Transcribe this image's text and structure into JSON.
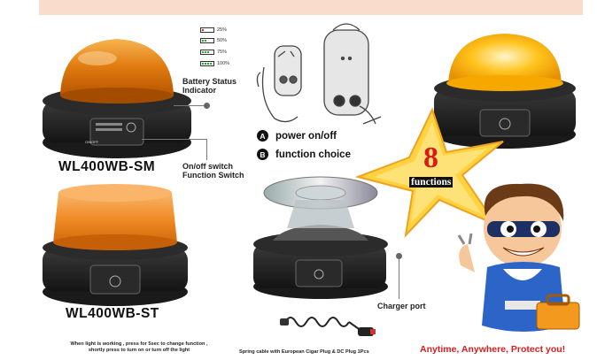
{
  "banner_color": "#f9dccb",
  "products": {
    "sm_model": "WL400WB-SM",
    "st_model": "WL400WB-ST"
  },
  "battery": {
    "levels": [
      {
        "label": "25%",
        "color": "#d22",
        "bars": 1
      },
      {
        "label": "50%",
        "color": "#2a2",
        "bars": 2
      },
      {
        "label": "75%",
        "color": "#2a2",
        "bars": 3
      },
      {
        "label": "100%",
        "color": "#2a2",
        "bars": 4
      }
    ],
    "indicator_label": "Battery Status Indicator"
  },
  "switch_label": "On/off switch Function Switch",
  "remote": {
    "power_letter": "A",
    "power_text": "power on/off",
    "function_letter": "B",
    "function_text": "function choice"
  },
  "badge": {
    "number": "8",
    "word": "functions"
  },
  "charger_label": "Charger port",
  "footer_note_line1": "When light is working , press for 5sec to change function ,",
  "footer_note_line2": "shortly press to turn on or turn off the light",
  "cable_note": "Spring cable with European Cigar Plug & DC Plug 1Pcs",
  "tagline": "Anytime, Anywhere, Protect you!",
  "panel_label": "ON/OFF"
}
